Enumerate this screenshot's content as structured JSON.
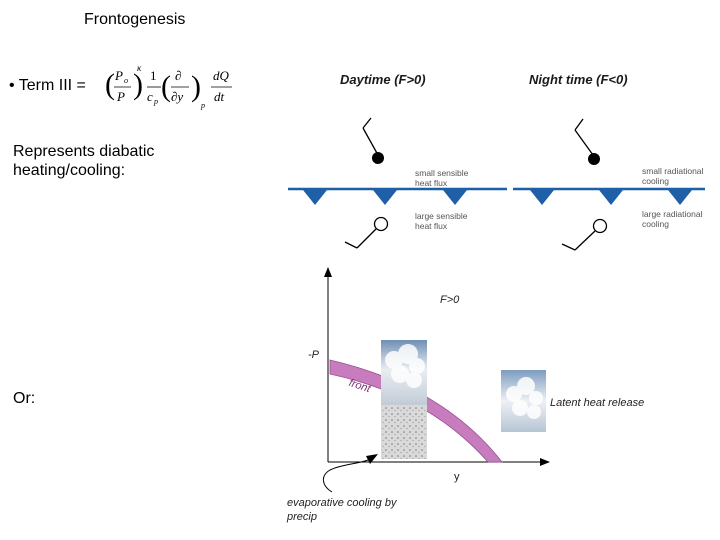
{
  "slide": {
    "title": "Frontogenesis",
    "term_label": "• Term III =",
    "equation": {
      "frac1_num_P": "P",
      "frac1_num_sub": "o",
      "frac1_den": "P",
      "exponent": "κ",
      "frac2_num": "1",
      "frac2_den_c": "c",
      "frac2_den_sub": "p",
      "partial_num": "∂",
      "partial_den": "∂y",
      "paren_sub": "p",
      "frac4_num": "dQ",
      "frac4_den": "dt"
    },
    "description": "Represents diabatic heating/cooling:",
    "or_label": "Or:"
  },
  "diagram_top": {
    "daytime_label": "Daytime (F>0)",
    "nighttime_label": "Night time (F<0)",
    "day_upper_note": "small sensible heat flux",
    "day_lower_note": "large sensible heat flux",
    "night_upper_note": "small radiational cooling",
    "night_lower_note": "large radiational cooling",
    "front_color": "#1f5fa8"
  },
  "diagram_bottom": {
    "f_label": "F>0",
    "y_axis_label": "-P",
    "x_axis_label": "y",
    "front_label": "front",
    "latent_label": "Latent heat release",
    "evap_label": "evaporative cooling by precip",
    "front_band_color": "#c77dbd"
  }
}
